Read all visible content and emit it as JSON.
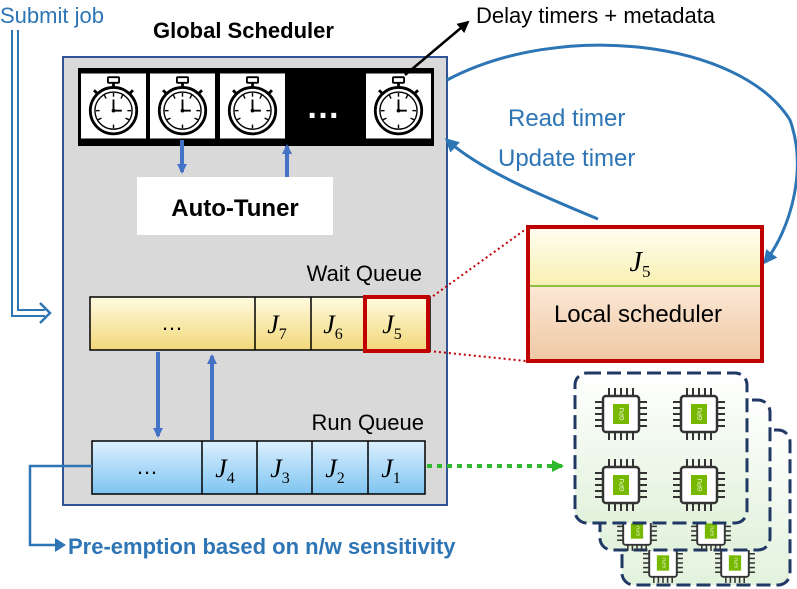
{
  "labels": {
    "submit_job": "Submit job",
    "global_scheduler": "Global Scheduler",
    "delay_timers": "Delay timers + metadata",
    "read_timer": "Read timer",
    "update_timer": "Update timer",
    "auto_tuner": "Auto-Tuner",
    "wait_queue": "Wait Queue",
    "run_queue": "Run Queue",
    "local_scheduler": "Local scheduler",
    "preemption": "Pre-emption based on n/w sensitivity",
    "ellipsis": "…",
    "gpu": "GPU"
  },
  "timers": [
    "stopwatch",
    "stopwatch",
    "stopwatch",
    "ellipsis",
    "stopwatch"
  ],
  "wait_queue_jobs": [
    {
      "label": "J",
      "sub": "7"
    },
    {
      "label": "J",
      "sub": "6"
    },
    {
      "label": "J",
      "sub": "5"
    }
  ],
  "run_queue_jobs": [
    {
      "label": "J",
      "sub": "4"
    },
    {
      "label": "J",
      "sub": "3"
    },
    {
      "label": "J",
      "sub": "2"
    },
    {
      "label": "J",
      "sub": "1"
    }
  ],
  "local_job": {
    "label": "J",
    "sub": "5"
  },
  "colors": {
    "scheduler_fill": "#d9d9d9",
    "scheduler_border": "#2f5597",
    "arrow_blue": "#4472c4",
    "text_blue": "#2e75b6",
    "highlight_red": "#c00000",
    "wait_fill_top": "#fffbe0",
    "wait_fill_bottom": "#f2d77a",
    "run_fill_top": "#ddf0ff",
    "run_fill_bottom": "#7ec4f0",
    "local_bottom": "#f3d0b0",
    "gpu_green": "#76b900",
    "dotted_green": "#2db82d"
  }
}
